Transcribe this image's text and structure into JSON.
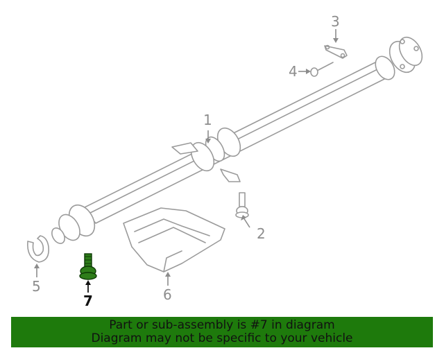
{
  "diagram": {
    "callouts": {
      "c1": "1",
      "c2": "2",
      "c3": "3",
      "c4": "4",
      "c5": "5",
      "c6": "6",
      "c7": "7"
    },
    "highlighted_part": "7",
    "colors": {
      "highlight_fill": "#2e7d1a",
      "banner_bg": "#1e7a0c",
      "line_gray": "#9a9a9a"
    }
  },
  "banner": {
    "line1": "Part or sub-assembly is #7 in diagram",
    "line2": "Diagram may not be specific to your vehicle"
  }
}
